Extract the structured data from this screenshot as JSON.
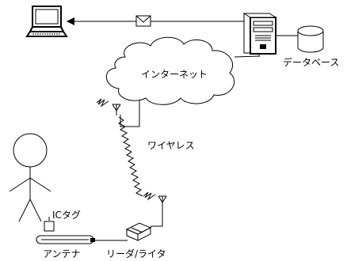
{
  "labels": {
    "database": "データベース",
    "internet": "インターネット",
    "wireless": "ワイヤレス",
    "ic_tag": "ICタグ",
    "antenna": "アンテナ",
    "reader_writer": "リーダ/ライタ"
  }
}
